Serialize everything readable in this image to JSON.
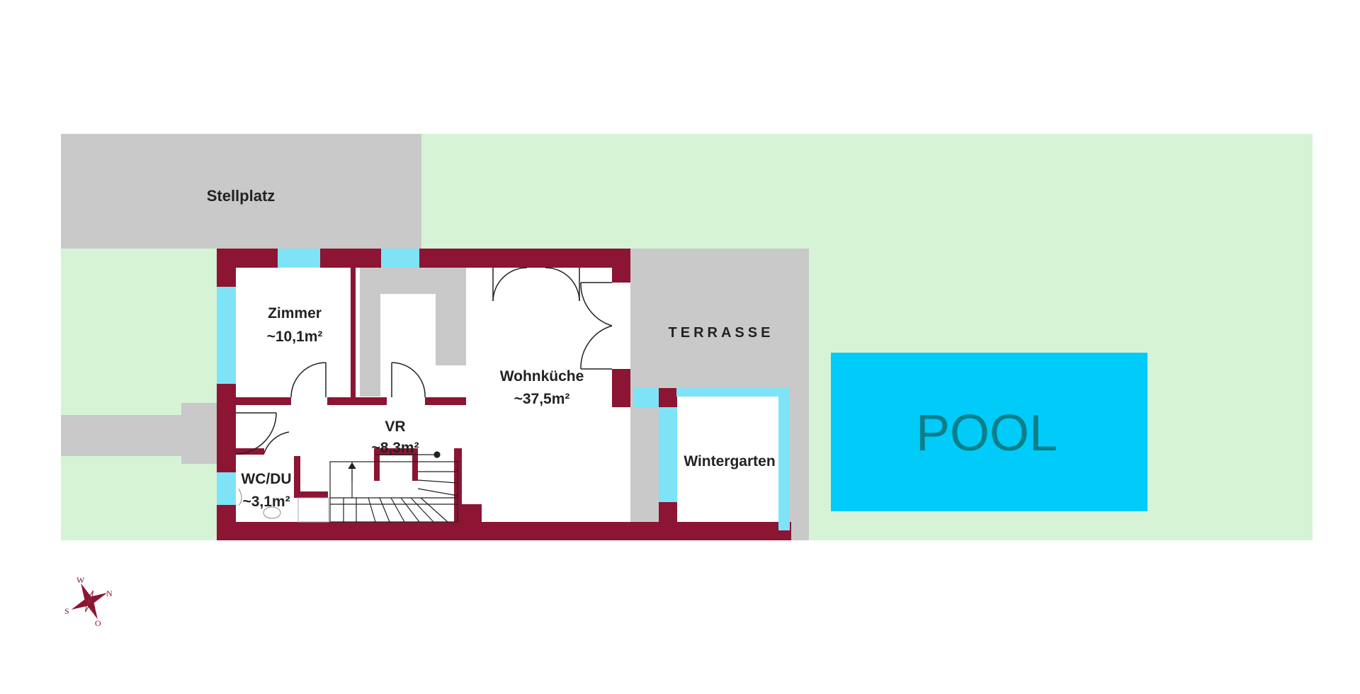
{
  "colors": {
    "wall": "#8b1533",
    "window": "#7fe3f7",
    "garden": "#d7f3d6",
    "paved": "#c9c9c9",
    "pool": "#00cbf9",
    "pool_text": "#0b7f8a",
    "floor": "#ffffff"
  },
  "areas": {
    "stellplatz": "Stellplatz",
    "terrasse": "TERRASSE",
    "pool": "POOL"
  },
  "rooms": {
    "zimmer": {
      "name": "Zimmer",
      "area": "~10,1m²"
    },
    "wohnkueche": {
      "name": "Wohnküche",
      "area": "~37,5m²"
    },
    "vr": {
      "name": "VR",
      "area": "~8,3m²"
    },
    "wcdu": {
      "name": "WC/DU",
      "area": "~3,1m²"
    },
    "wintergarten": {
      "name": "Wintergarten"
    }
  },
  "compass": {
    "north": "N",
    "south": "S",
    "east": "O",
    "west": "W",
    "icon": "compass-rose-icon"
  }
}
